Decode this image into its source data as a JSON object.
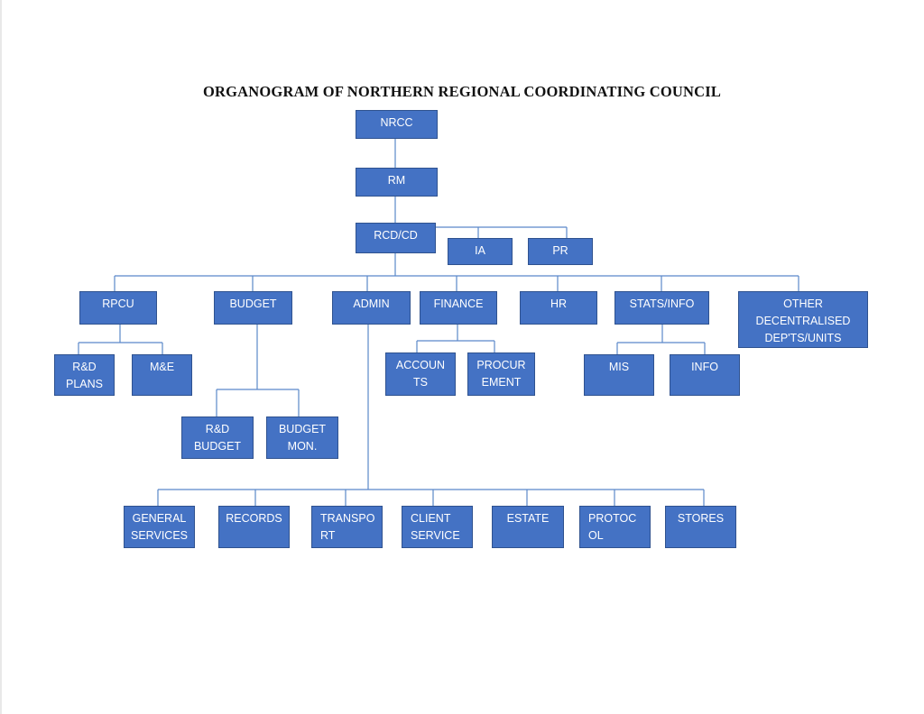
{
  "title": "ORGANOGRAM OF NORTHERN REGIONAL COORDINATING COUNCIL",
  "nodes": {
    "nrcc": "NRCC",
    "rm": "RM",
    "rcd_cd": "RCD/CD",
    "ia": "IA",
    "pr": "PR",
    "rpcu": "RPCU",
    "budget": "BUDGET",
    "admin": "ADMIN",
    "finance": "FINANCE",
    "hr": "HR",
    "stats_info": "STATS/INFO",
    "other": "OTHER\nDECENTRALISED\nDEP'TS/UNITS",
    "rd_plans": "R&D\nPLANS",
    "me": "M&E",
    "accounts": "ACCOUN\nTS",
    "procurement": "PROCUR\nEMENT",
    "mis": "MIS",
    "info": "INFO",
    "rd_budget": "R&D\nBUDGET",
    "budget_mon": "BUDGET\nMON.",
    "general_services": "GENERAL\nSERVICES",
    "records": "RECORDS",
    "transport": "TRANSPO\nRT",
    "client_service": "CLIENT\nSERVICE",
    "estate": "ESTATE",
    "protocol": "PROTOC\nOL",
    "stores": "STORES"
  },
  "colors": {
    "box_fill": "#4472c4",
    "box_border": "#2f528f",
    "connector": "#5b88c9",
    "text": "#ffffff"
  }
}
